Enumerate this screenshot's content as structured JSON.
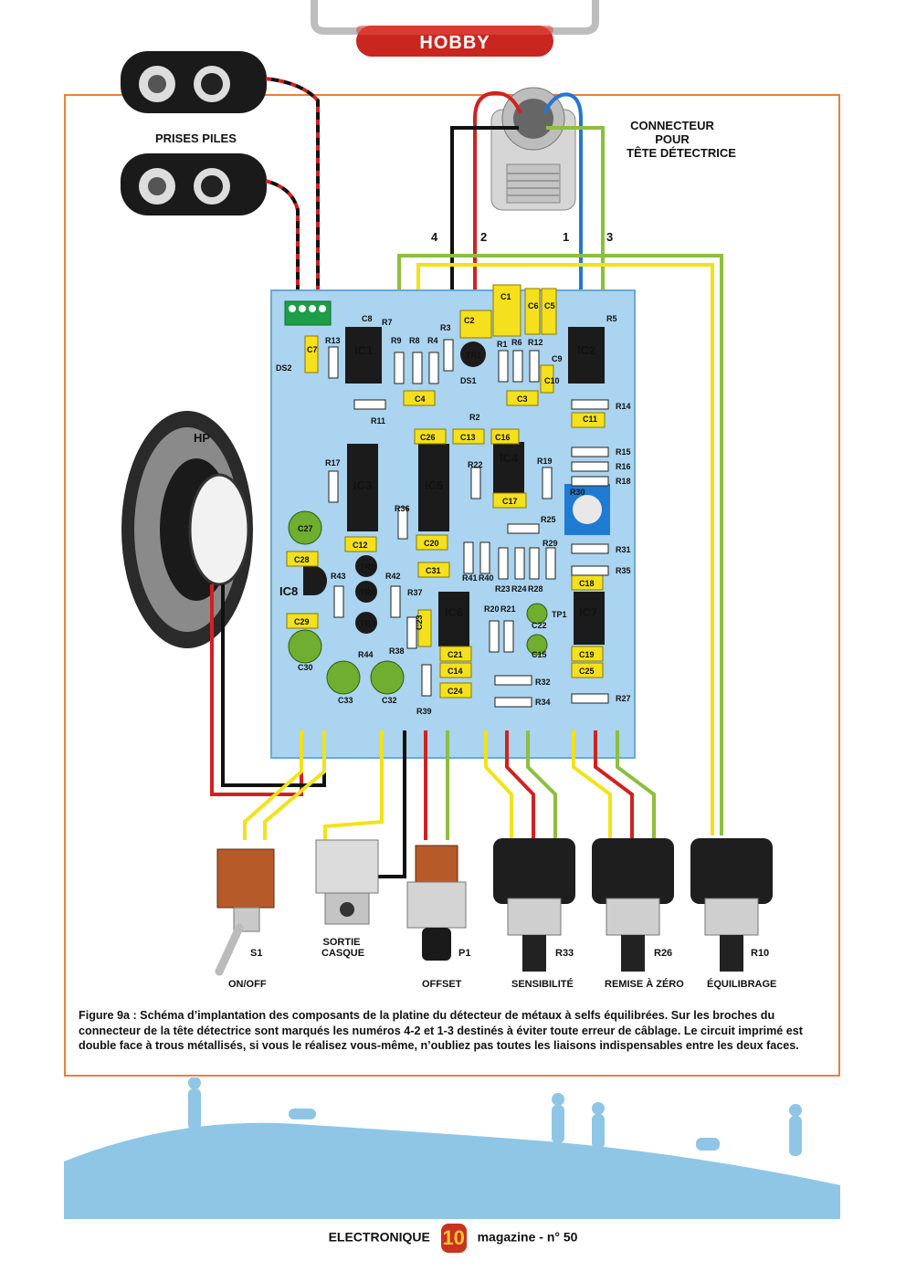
{
  "header": {
    "section": "HOBBY"
  },
  "labels": {
    "batteries": "PRISES PILES",
    "connector_line1": "CONNECTEUR",
    "connector_line2": "POUR",
    "connector_line3": "TÊTE DÉTECTRICE",
    "speaker": "HP",
    "headphone_line1": "SORTIE",
    "headphone_line2": "CASQUE",
    "s1": "S1",
    "p1": "P1",
    "r33": "R33",
    "r26": "R26",
    "r10": "R10",
    "onoff": "ON/OFF",
    "offset": "OFFSET",
    "sensitivity": "SENSIBILITÉ",
    "reset": "REMISE À ZÉRO",
    "balance": "ÉQUILIBRAGE",
    "wire_4": "4",
    "wire_2": "2",
    "wire_1": "1",
    "wire_3": "3"
  },
  "components": {
    "ics": [
      "IC1",
      "IC2",
      "IC3",
      "IC4",
      "IC5",
      "IC6",
      "IC7",
      "IC8"
    ],
    "transistors": [
      "TR1",
      "TR2",
      "TR3",
      "TR4"
    ],
    "diodes": [
      "DS1",
      "DS2"
    ],
    "test_point": "TP1",
    "resistors": [
      "R2",
      "R3",
      "R4",
      "R5",
      "R6",
      "R7",
      "R8",
      "R9",
      "R11",
      "R12",
      "R13",
      "R14",
      "R15",
      "R16",
      "R17",
      "R18",
      "R19",
      "R20",
      "R21",
      "R22",
      "R23",
      "R24",
      "R25",
      "R27",
      "R28",
      "R29",
      "R30",
      "R31",
      "R32",
      "R34",
      "R35",
      "R36",
      "R37",
      "R38",
      "R39",
      "R40",
      "R41",
      "R42",
      "R43",
      "R44",
      "R1"
    ],
    "capacitors": [
      "C1",
      "C2",
      "C3",
      "C4",
      "C5",
      "C6",
      "C7",
      "C8",
      "C9",
      "C10",
      "C11",
      "C12",
      "C13",
      "C14",
      "C15",
      "C16",
      "C17",
      "C18",
      "C19",
      "C20",
      "C21",
      "C22",
      "C23",
      "C24",
      "C25",
      "C26",
      "C27",
      "C28",
      "C29",
      "C30",
      "C31",
      "C32",
      "C33"
    ]
  },
  "caption": {
    "text": "Figure 9a : Schéma d’implantation des composants de la platine du détecteur de métaux à selfs équilibrées. Sur les broches du connecteur de la tête détectrice sont marqués les numéros 4-2 et 1-3 destinés à éviter toute erreur de câblage. Le circuit imprimé est double face à trous métallisés, si vous le réalisez vous-même, n’oubliez pas toutes les liaisons indispensables entre les deux faces."
  },
  "footer": {
    "left": "ELECTRONIQUE",
    "number": "10",
    "right": "magazine - n° 50"
  },
  "colors": {
    "frame": "#f07d3a",
    "pcb": "#aad4ef",
    "cap": "#f4e01c",
    "wire_red": "#d0221f",
    "wire_yellow": "#f2e21a",
    "wire_green": "#8cbf3f",
    "wire_blue": "#2277d4",
    "hill": "#8fc6e6"
  }
}
